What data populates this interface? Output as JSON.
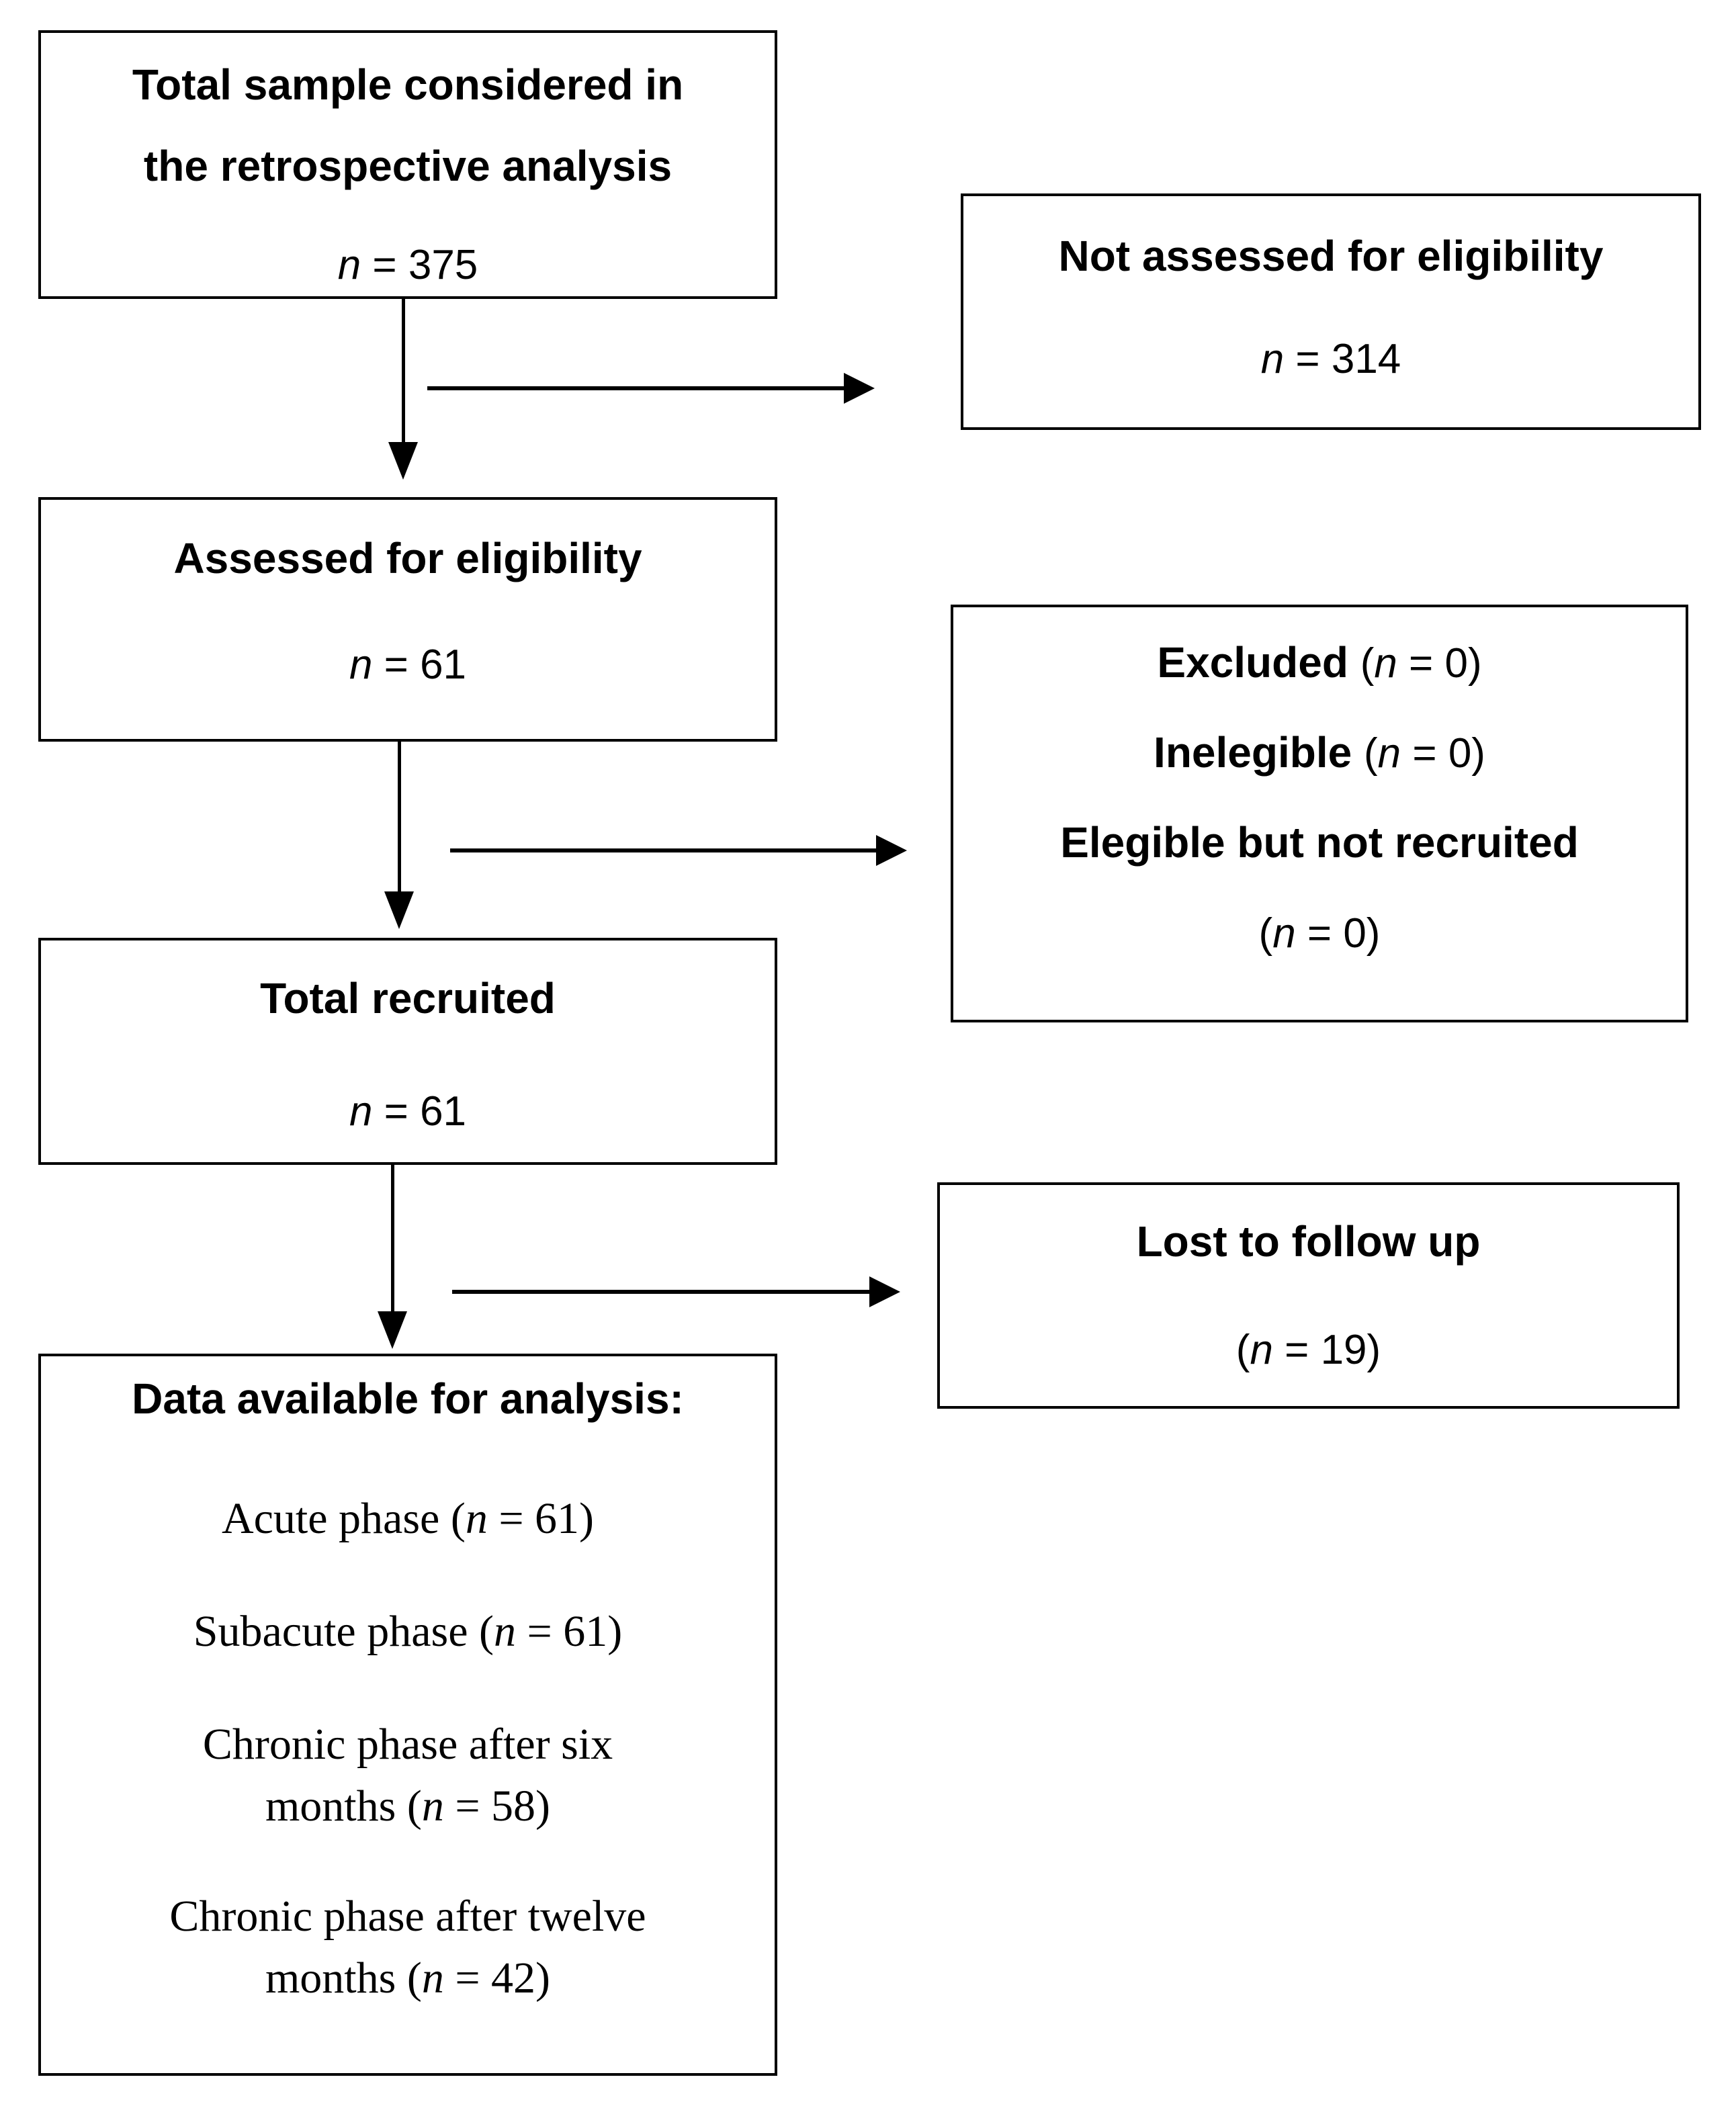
{
  "colors": {
    "background": "#ffffff",
    "box_border": "#000000",
    "text": "#000000",
    "arrow": "#000000"
  },
  "boxes": {
    "total_sample": {
      "title_line1": "Total sample considered in",
      "title_line2": "the retrospective analysis",
      "value": {
        "pre": "",
        "var": "n",
        "post": " = 375"
      }
    },
    "not_assessed": {
      "title": "Not assessed for eligibility",
      "value": {
        "pre": "",
        "var": "n",
        "post": " = 314"
      }
    },
    "assessed": {
      "title": "Assessed for eligibility",
      "value": {
        "pre": "",
        "var": "n",
        "post": " = 61"
      }
    },
    "excluded": {
      "lines": [
        {
          "label": "Excluded ",
          "pre": "(",
          "var": "n",
          "post": " = 0)"
        },
        {
          "label": "Inelegible ",
          "pre": "(",
          "var": "n",
          "post": " = 0)"
        },
        {
          "label": "Elegible but not recruited",
          "pre": "",
          "var": "",
          "post": ""
        },
        {
          "label": "",
          "pre": "(",
          "var": "n",
          "post": " = 0)"
        }
      ]
    },
    "recruited": {
      "title": "Total recruited",
      "value": {
        "pre": "",
        "var": "n",
        "post": " = 61"
      }
    },
    "lost": {
      "title": "Lost to follow up",
      "value": {
        "pre": "(",
        "var": "n",
        "post": " = 19)"
      }
    },
    "data_available": {
      "title": "Data available for analysis:",
      "items": [
        {
          "line1": {
            "pre": "Acute phase (",
            "var": "n",
            "post": " = 61)"
          },
          "line2": {
            "pre": "",
            "var": "",
            "post": ""
          }
        },
        {
          "line1": {
            "pre": "Subacute phase (",
            "var": "n",
            "post": " = 61)"
          },
          "line2": {
            "pre": "",
            "var": "",
            "post": ""
          }
        },
        {
          "line1": {
            "pre": "Chronic phase after six",
            "var": "",
            "post": ""
          },
          "line2": {
            "pre": "months (",
            "var": "n",
            "post": " = 58)"
          }
        },
        {
          "line1": {
            "pre": "Chronic phase after twelve",
            "var": "",
            "post": ""
          },
          "line2": {
            "pre": "months (",
            "var": "n",
            "post": " = 42)"
          }
        }
      ]
    }
  },
  "arrows": [
    {
      "name": "total-sample-to-assessed",
      "type": "down"
    },
    {
      "name": "to-not-assessed",
      "type": "right"
    },
    {
      "name": "assessed-to-recruited",
      "type": "down"
    },
    {
      "name": "to-excluded",
      "type": "right"
    },
    {
      "name": "recruited-to-data",
      "type": "down"
    },
    {
      "name": "to-lost",
      "type": "right"
    }
  ]
}
